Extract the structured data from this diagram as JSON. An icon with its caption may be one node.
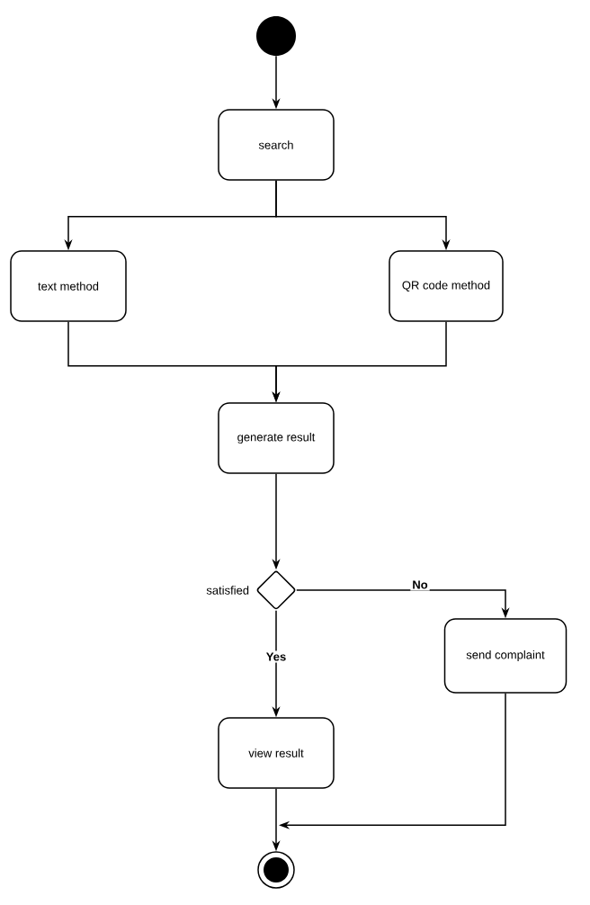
{
  "diagram": {
    "nodes": [
      {
        "text": [],
        "shape": "circle"
      },
      {
        "text": [
          "search"
        ]
      },
      {
        "text": [
          "text  method"
        ]
      },
      {
        "text": [
          "QR code method"
        ]
      },
      {
        "text": [
          "generate result"
        ]
      },
      {
        "text": [],
        "shape": "diamond",
        "beside": [
          "satisfied"
        ]
      },
      {
        "text": [
          "send complaint"
        ]
      },
      {
        "text": [
          "view result"
        ]
      },
      {
        "text": [],
        "shape": "circle"
      }
    ],
    "edges": [
      {
        "from": 0,
        "to": 1,
        "arrow": "to"
      },
      {
        "from": 1,
        "to": 2,
        "arrow": "to"
      },
      {
        "from": 1,
        "to": 3,
        "arrow": "to"
      },
      {
        "from": 2,
        "to": 4,
        "arrow": "to"
      },
      {
        "from": 3,
        "to": 4,
        "arrow": "to"
      },
      {
        "from": 4,
        "to": 5,
        "arrow": "to"
      },
      {
        "from": 5,
        "to": 6,
        "arrow": "to",
        "label": "No"
      },
      {
        "from": 5,
        "to": 7,
        "arrow": "to",
        "label": "Yes"
      },
      {
        "from": 7,
        "to": 8,
        "arrow": "to"
      },
      {
        "from": 6,
        "to": 8,
        "arrow": "to"
      }
    ]
  }
}
